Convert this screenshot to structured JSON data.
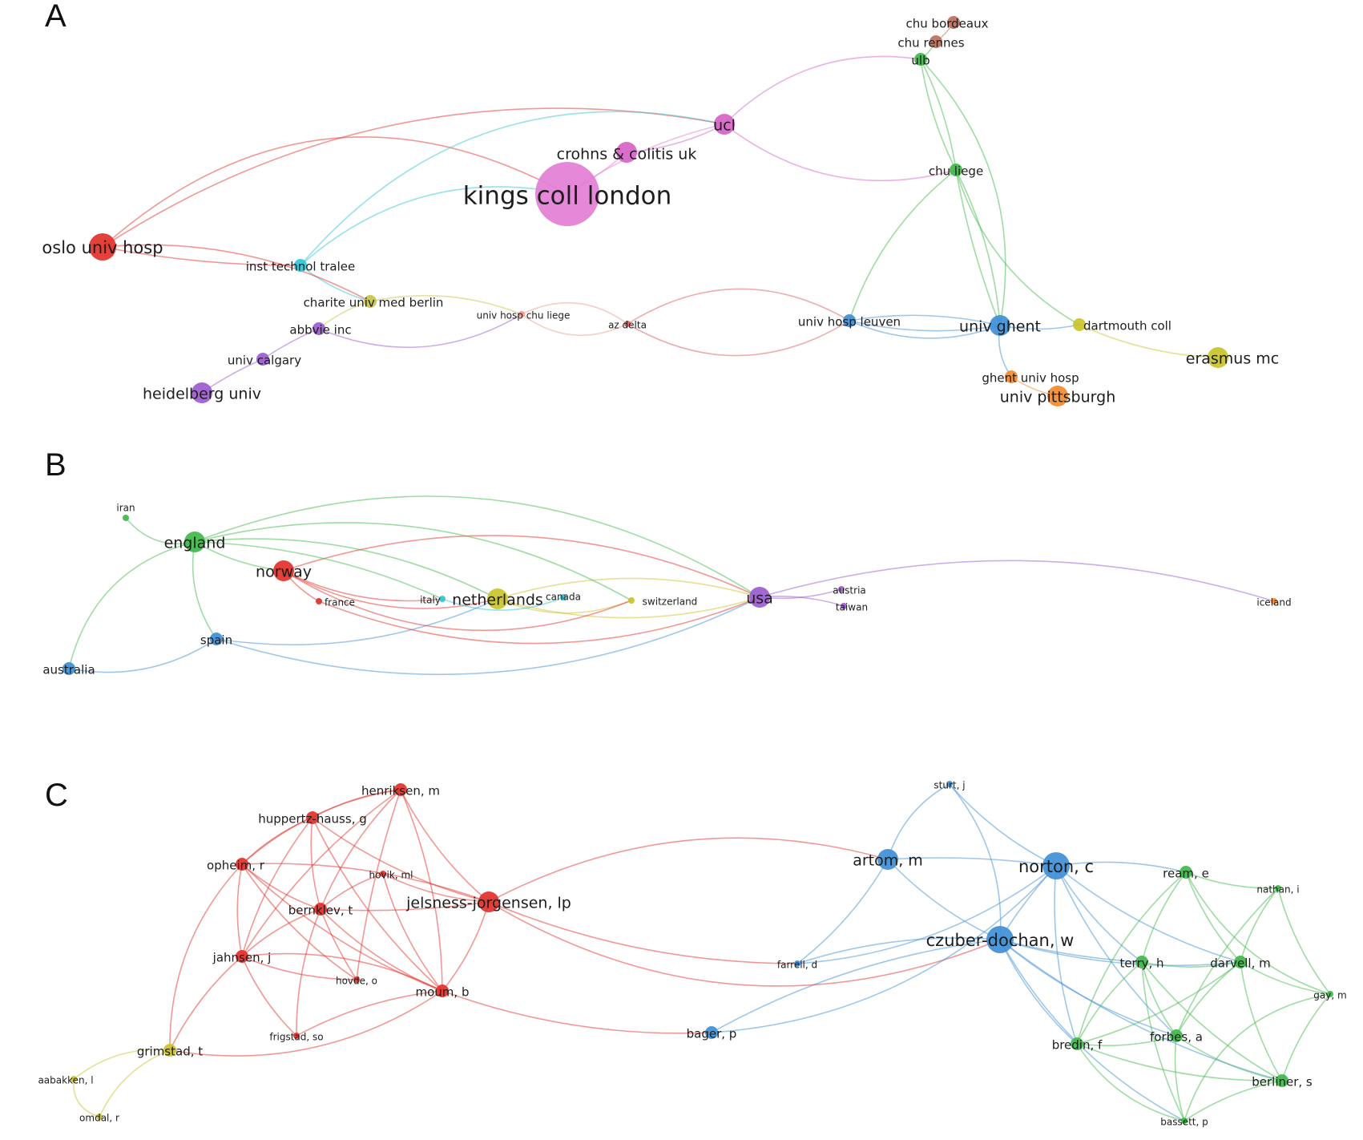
{
  "panels": [
    {
      "letter": "A",
      "nodes": [
        {
          "id": "kings",
          "label": "kings coll london",
          "color": "#e27ed4",
          "size": "xl"
        },
        {
          "id": "crohns",
          "label": "crohns & colitis uk",
          "color": "#d663c6",
          "size": "m"
        },
        {
          "id": "ucl",
          "label": "ucl",
          "color": "#d663c6",
          "size": "m"
        },
        {
          "id": "oslo",
          "label": "oslo univ hosp",
          "color": "#e3312b",
          "size": "l"
        },
        {
          "id": "tralee",
          "label": "inst technol tralee",
          "color": "#2fc4d6",
          "size": "s"
        },
        {
          "id": "charite",
          "label": "charite univ med berlin",
          "color": "#c9c448",
          "size": "s"
        },
        {
          "id": "abbvie",
          "label": "abbvie inc",
          "color": "#9a5bd0",
          "size": "s"
        },
        {
          "id": "calgary",
          "label": "univ calgary",
          "color": "#9a5bd0",
          "size": "s"
        },
        {
          "id": "heidelberg",
          "label": "heidelberg univ",
          "color": "#9a5bd0",
          "size": "m"
        },
        {
          "id": "liegeA",
          "label": "univ hosp chu liege",
          "color": "#ee9a90",
          "size": "xs"
        },
        {
          "id": "azdelta",
          "label": "az delta",
          "color": "#e05a5a",
          "size": "xs"
        },
        {
          "id": "leuven",
          "label": "univ hosp leuven",
          "color": "#3f8fd6",
          "size": "s"
        },
        {
          "id": "ghent",
          "label": "univ ghent",
          "color": "#3f8fd6",
          "size": "m"
        },
        {
          "id": "chuliege",
          "label": "chu liege",
          "color": "#3fb94a",
          "size": "s"
        },
        {
          "id": "ulb",
          "label": "ulb",
          "color": "#3fb94a",
          "size": "s"
        },
        {
          "id": "rennes",
          "label": "chu rennes",
          "color": "#bb6f5a",
          "size": "s"
        },
        {
          "id": "bordeaux",
          "label": "chu bordeaux",
          "color": "#bb6f5a",
          "size": "s"
        },
        {
          "id": "dartmouth",
          "label": "dartmouth coll",
          "color": "#c9c42a",
          "size": "s"
        },
        {
          "id": "erasmus",
          "label": "erasmus mc",
          "color": "#c9c42a",
          "size": "m"
        },
        {
          "id": "ghenthosp",
          "label": "ghent univ hosp",
          "color": "#f28a2a",
          "size": "s"
        },
        {
          "id": "pittsburgh",
          "label": "univ pittsburgh",
          "color": "#f28a2a",
          "size": "m"
        }
      ]
    },
    {
      "letter": "B",
      "nodes": [
        {
          "id": "iran",
          "label": "iran",
          "color": "#3fb94a",
          "size": "xs"
        },
        {
          "id": "england",
          "label": "england",
          "color": "#3fb94a",
          "size": "m"
        },
        {
          "id": "norway",
          "label": "norway",
          "color": "#e3312b",
          "size": "m"
        },
        {
          "id": "france",
          "label": "france",
          "color": "#e3312b",
          "size": "xs"
        },
        {
          "id": "italy",
          "label": "italy",
          "color": "#2fc4d6",
          "size": "xs"
        },
        {
          "id": "netherlands",
          "label": "netherlands",
          "color": "#c9c42a",
          "size": "m"
        },
        {
          "id": "canada",
          "label": "canada",
          "color": "#2fc4d6",
          "size": "xs"
        },
        {
          "id": "switzerland",
          "label": "switzerland",
          "color": "#c9c42a",
          "size": "xs"
        },
        {
          "id": "usa",
          "label": "usa",
          "color": "#9a5bd0",
          "size": "m"
        },
        {
          "id": "austria",
          "label": "austria",
          "color": "#9a5bd0",
          "size": "xs"
        },
        {
          "id": "taiwan",
          "label": "taiwan",
          "color": "#9a5bd0",
          "size": "xs"
        },
        {
          "id": "iceland",
          "label": "iceland",
          "color": "#f28a2a",
          "size": "xs"
        },
        {
          "id": "spain",
          "label": "spain",
          "color": "#3f8fd6",
          "size": "s"
        },
        {
          "id": "australia",
          "label": "australia",
          "color": "#3f8fd6",
          "size": "s"
        }
      ]
    },
    {
      "letter": "C",
      "nodes": [
        {
          "id": "henriksen",
          "label": "henriksen, m",
          "color": "#e3312b",
          "size": "s"
        },
        {
          "id": "huppertz",
          "label": "huppertz-hauss, g",
          "color": "#e3312b",
          "size": "s"
        },
        {
          "id": "opheim",
          "label": "opheim, r",
          "color": "#e3312b",
          "size": "s"
        },
        {
          "id": "hovik",
          "label": "hovik, ml",
          "color": "#e3312b",
          "size": "xs"
        },
        {
          "id": "bernklev",
          "label": "bernklev, t",
          "color": "#e3312b",
          "size": "s"
        },
        {
          "id": "jelsness",
          "label": "jelsness-jorgensen, lp",
          "color": "#e3312b",
          "size": "m"
        },
        {
          "id": "jahnsen",
          "label": "jahnsen, j",
          "color": "#e3312b",
          "size": "s"
        },
        {
          "id": "hovde",
          "label": "hovde, o",
          "color": "#e3312b",
          "size": "xs"
        },
        {
          "id": "moum",
          "label": "moum, b",
          "color": "#e3312b",
          "size": "s"
        },
        {
          "id": "frigstad",
          "label": "frigstad, so",
          "color": "#e3312b",
          "size": "xs"
        },
        {
          "id": "grimstad",
          "label": "grimstad, t",
          "color": "#c9c42a",
          "size": "s"
        },
        {
          "id": "aabakken",
          "label": "aabakken, l",
          "color": "#c9c42a",
          "size": "xs"
        },
        {
          "id": "omdal",
          "label": "omdal, r",
          "color": "#c9c42a",
          "size": "xs"
        },
        {
          "id": "sturt",
          "label": "sturt, j",
          "color": "#3f8fd6",
          "size": "xs"
        },
        {
          "id": "artom",
          "label": "artom, m",
          "color": "#3f8fd6",
          "size": "m"
        },
        {
          "id": "norton",
          "label": "norton, c",
          "color": "#3f8fd6",
          "size": "l"
        },
        {
          "id": "czuber",
          "label": "czuber-dochan, w",
          "color": "#3f8fd6",
          "size": "l"
        },
        {
          "id": "farrell",
          "label": "farrell, d",
          "color": "#3f8fd6",
          "size": "xs"
        },
        {
          "id": "bager",
          "label": "bager, p",
          "color": "#3f8fd6",
          "size": "s"
        },
        {
          "id": "ream",
          "label": "ream, e",
          "color": "#3fb94a",
          "size": "s"
        },
        {
          "id": "nathan",
          "label": "nathan, i",
          "color": "#3fb94a",
          "size": "xs"
        },
        {
          "id": "terry",
          "label": "terry, h",
          "color": "#3fb94a",
          "size": "s"
        },
        {
          "id": "darvell",
          "label": "darvell, m",
          "color": "#3fb94a",
          "size": "s"
        },
        {
          "id": "gay",
          "label": "gay, m",
          "color": "#3fb94a",
          "size": "xs"
        },
        {
          "id": "bredin",
          "label": "bredin, f",
          "color": "#3fb94a",
          "size": "s"
        },
        {
          "id": "forbes",
          "label": "forbes, a",
          "color": "#3fb94a",
          "size": "s"
        },
        {
          "id": "berliner",
          "label": "berliner, s",
          "color": "#3fb94a",
          "size": "s"
        },
        {
          "id": "bassett",
          "label": "bassett, p",
          "color": "#3fb94a",
          "size": "xs"
        }
      ]
    }
  ]
}
